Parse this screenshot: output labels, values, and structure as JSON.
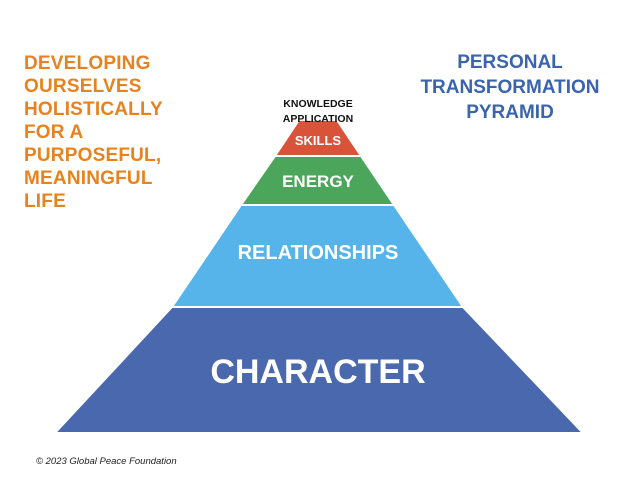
{
  "left_title": {
    "lines": [
      "DEVELOPING",
      "OURSELVES",
      "HOLISTICALLY",
      "FOR A",
      "PURPOSEFUL,",
      "MEANINGFUL",
      "LIFE"
    ]
  },
  "right_title": {
    "lines": [
      "PERSONAL",
      "TRANSFORMATION",
      "PYRAMID"
    ]
  },
  "pyramid": {
    "apex_lines": [
      "KNOWLEDGE",
      "APPLICATION"
    ],
    "levels": [
      {
        "label": "SKILLS",
        "color": "#d9533a"
      },
      {
        "label": "ENERGY",
        "color": "#4ba55a"
      },
      {
        "label": "RELATIONSHIPS",
        "color": "#56b4ea"
      },
      {
        "label": "CHARACTER",
        "color": "#4a68ae"
      }
    ]
  },
  "copyright": "© 2023 Global Peace Foundation",
  "colors": {
    "left_title": "#e8821e",
    "right_title": "#3a64ad"
  }
}
